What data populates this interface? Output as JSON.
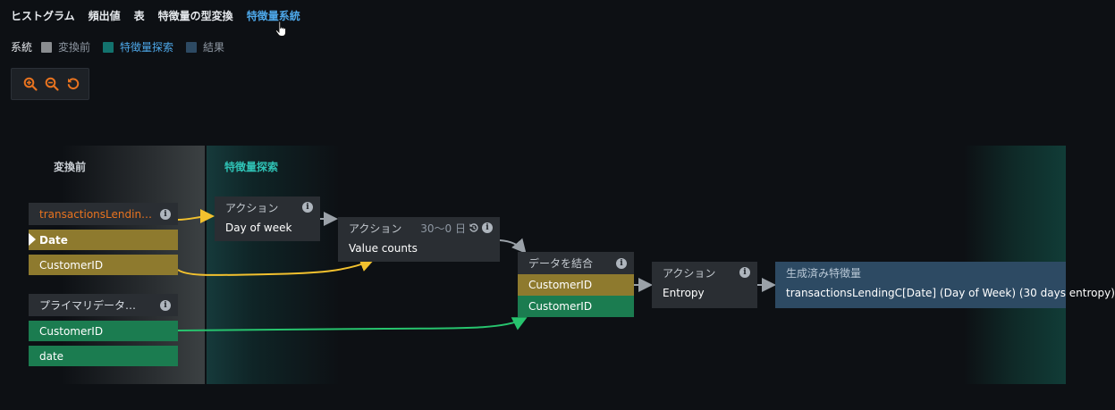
{
  "tabs": [
    "ヒストグラム",
    "頻出値",
    "表",
    "特徴量の型変換",
    "特徴量系統"
  ],
  "legend": {
    "title": "系統",
    "items": [
      {
        "label": "変換前",
        "color": "#8a8d90"
      },
      {
        "label": "特徴量探索",
        "color": "#13736e"
      },
      {
        "label": "結果",
        "color": "#2d4a63"
      }
    ]
  },
  "zoom": {
    "in": "zoom-in",
    "out": "zoom-out",
    "reset": "reset"
  },
  "bands": {
    "before": "変換前",
    "explore": "特徴量探索"
  },
  "sources": {
    "primary_dataset": {
      "title": "transactionsLendin…",
      "rows": [
        "Date",
        "CustomerID"
      ]
    },
    "secondary_dataset": {
      "title": "プライマリデータ…",
      "rows": [
        "CustomerID",
        "date"
      ]
    }
  },
  "actions": {
    "dayofweek": {
      "header": "アクション",
      "value": "Day of week"
    },
    "valuecounts": {
      "header": "アクション",
      "window": "30〜0 日",
      "value": "Value counts"
    },
    "join": {
      "header": "データを結合",
      "rows": [
        "CustomerID",
        "CustomerID"
      ]
    },
    "entropy": {
      "header": "アクション",
      "value": "Entropy"
    },
    "result": {
      "header": "生成済み特徴量",
      "value": "transactionsLendingC[Date] (Day of Week) (30 days entropy)"
    }
  },
  "colors": {
    "accent": "#4da7e8",
    "orange": "#e8731f",
    "gold_row": "#8e7a2e",
    "green_row": "#1b7c50",
    "result_bg": "#2d4a63",
    "link_gold": "#f2c12e",
    "link_green": "#27c46e"
  }
}
